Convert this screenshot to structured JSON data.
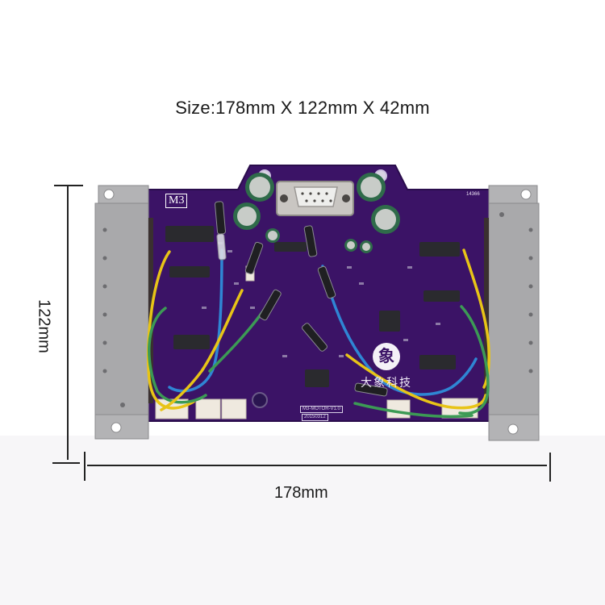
{
  "annotations": {
    "size_title": "Size:178mm X 122mm X 42mm",
    "width_label": "178mm",
    "height_label": "122mm"
  },
  "board": {
    "silkscreen_id": "M3",
    "code": "14366",
    "brand_text": "大象科技",
    "logo_glyph": "象",
    "model_text": "M3-MOTOR-V1.0",
    "date_text": "20150312"
  },
  "colors": {
    "background": "#ffffff",
    "pcb": "#3b1366",
    "heatsink": "#a9a9ab",
    "capacitor": "#2f6b4a",
    "wire_yellow": "#e8c417",
    "wire_blue": "#2f86d4",
    "wire_green": "#3c9a55",
    "connector": "#efe9df",
    "text": "#1a1a1a"
  }
}
